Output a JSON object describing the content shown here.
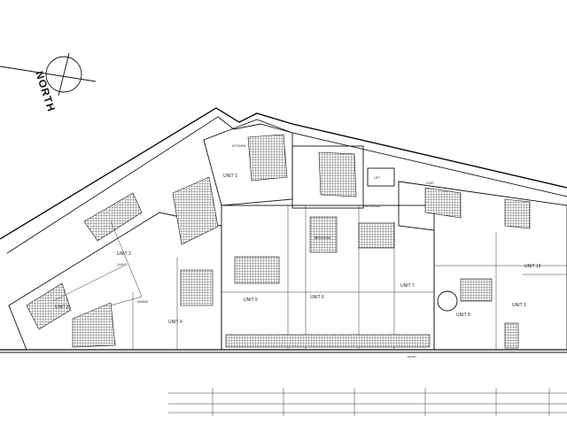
{
  "north_label": "NORTH",
  "units": [
    {
      "label": "UNIT 1"
    },
    {
      "label": "UNIT 2"
    },
    {
      "label": "UNIT 3"
    },
    {
      "label": "UNIT 4"
    },
    {
      "label": "UNIT 5"
    },
    {
      "label": "UNIT 6"
    },
    {
      "label": "UNIT 7"
    },
    {
      "label": "UNIT 8"
    },
    {
      "label": "UNIT 9"
    },
    {
      "label": "UNIT 10"
    }
  ],
  "rooms": {
    "kitchen": "KITCHEN",
    "living": "LIVING",
    "bedroom": "BEDROOM",
    "dining": "DINING",
    "lift": "LIFT",
    "void": "VOID"
  },
  "notes": {
    "car_spaces": "CAR SPACES",
    "entry": "ENTRY"
  }
}
